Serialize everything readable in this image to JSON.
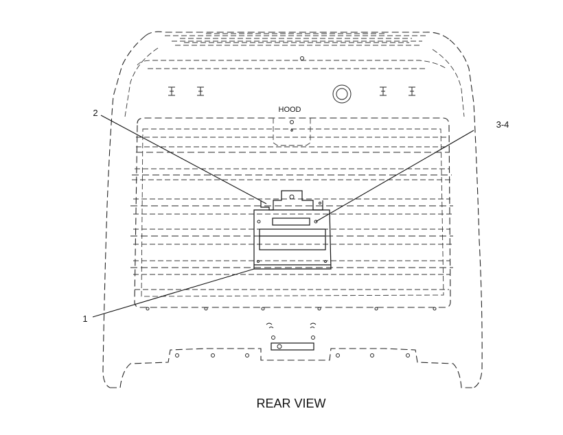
{
  "labels": {
    "hood": "HOOD",
    "view_title": "REAR VIEW"
  },
  "callouts": [
    {
      "id": "callout-1",
      "text": "1"
    },
    {
      "id": "callout-2",
      "text": "2"
    },
    {
      "id": "callout-3-4",
      "text": "3-4"
    }
  ]
}
